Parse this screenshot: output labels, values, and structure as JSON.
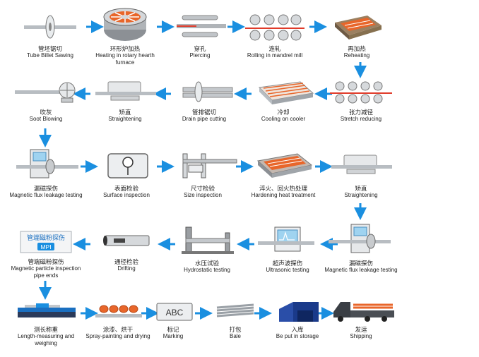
{
  "steps": [
    {
      "cn": "管坯锯切",
      "en": "Tube Billet Sawing",
      "icon": "saw-icon"
    },
    {
      "cn": "环形炉加热",
      "en": "Heating in rotary hearth furnace",
      "icon": "rotary-furnace-icon"
    },
    {
      "cn": "穿孔",
      "en": "Piercing",
      "icon": "piercing-icon"
    },
    {
      "cn": "连轧",
      "en": "Rolling in mandrel mill",
      "icon": "rolling-mill-icon"
    },
    {
      "cn": "再加热",
      "en": "Reheating",
      "icon": "reheating-furnace-icon"
    },
    {
      "cn": "张力减径",
      "en": "Stretch reducing",
      "icon": "stretch-reducer-icon"
    },
    {
      "cn": "冷却",
      "en": "Cooling on cooler",
      "icon": "cooling-bed-icon"
    },
    {
      "cn": "管排锯切",
      "en": "Drain pipe cutting",
      "icon": "pipe-cutting-icon"
    },
    {
      "cn": "矫直",
      "en": "Straightening",
      "icon": "straightener-icon"
    },
    {
      "cn": "吹灰",
      "en": "Soot Blowing",
      "icon": "fan-icon"
    },
    {
      "cn": "漏磁探伤",
      "en": "Magnetic flux leakage testing",
      "icon": "flux-tester-icon"
    },
    {
      "cn": "表面检验",
      "en": "Surface inspection",
      "icon": "magnifier-icon"
    },
    {
      "cn": "尺寸检验",
      "en": "Size inspection",
      "icon": "caliper-icon"
    },
    {
      "cn": "淬火、回火热处理",
      "en": "Hardening heat treatment",
      "icon": "heat-treatment-icon"
    },
    {
      "cn": "矫直",
      "en": "Straightening",
      "icon": "straightener-icon"
    },
    {
      "cn": "漏磁探伤",
      "en": "Magnetic flux leakage testing",
      "icon": "flux-tester-icon"
    },
    {
      "cn": "超声波探伤",
      "en": "Ultrasonic testing",
      "icon": "ultrasonic-tester-icon"
    },
    {
      "cn": "水压试验",
      "en": "Hydrostatic testing",
      "icon": "hydro-tester-icon"
    },
    {
      "cn": "通径检验",
      "en": "Drifting",
      "icon": "drift-icon"
    },
    {
      "cn": "管端磁粉探伤",
      "en": "Magnetic particle inspection pipe ends",
      "icon": "mpi-icon"
    },
    {
      "cn": "测长称重",
      "en": "Length-measuring and weighing",
      "icon": "scale-icon"
    },
    {
      "cn": "涂漆、烘干",
      "en": "Spray-painting and drying",
      "icon": "painting-icon"
    },
    {
      "cn": "标记",
      "en": "Marking",
      "icon": "marking-icon"
    },
    {
      "cn": "打包",
      "en": "Bale",
      "icon": "bale-icon"
    },
    {
      "cn": "入库",
      "en": "Be put in storage",
      "icon": "warehouse-icon"
    },
    {
      "cn": "发运",
      "en": "Shipping",
      "icon": "truck-icon"
    }
  ],
  "icon_text": {
    "mpi_title": "管端磁粉探伤",
    "mpi_sub": "MPI",
    "marking_text": "ABC"
  },
  "colors": {
    "arrow": "#1a8fe0",
    "steel": "#c9ced3",
    "heat": "#e8662a",
    "frame": "#555555"
  }
}
